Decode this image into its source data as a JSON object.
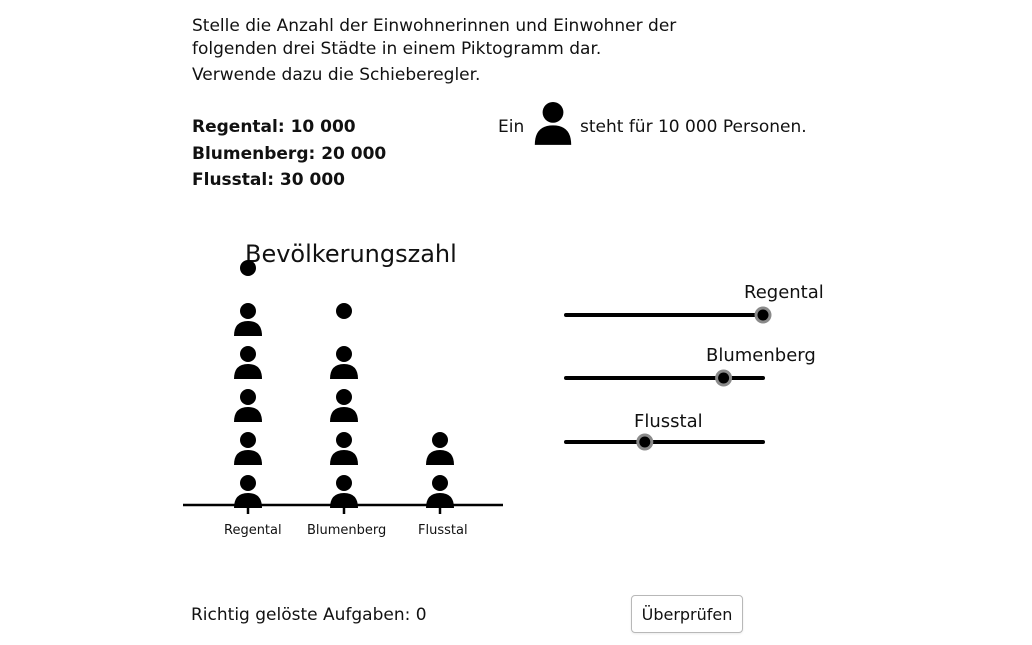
{
  "task": {
    "lines": [
      "Stelle die Anzahl der Einwohnerinnen und Einwohner der",
      "folgenden drei Städte in einem Piktogramm dar.",
      "Verwende dazu die Schieberegler."
    ]
  },
  "cities": [
    {
      "label": "Regental: 10 000"
    },
    {
      "label": "Blumenberg: 20 000"
    },
    {
      "label": "Flusstal: 30 000"
    }
  ],
  "legend": {
    "prefix": "Ein",
    "suffix": "steht für 10 000 Personen.",
    "icon": "person-icon"
  },
  "chart_data": {
    "type": "pictogram",
    "title": "Bevölkerungszahl",
    "categories": [
      "Regental",
      "Blumenberg",
      "Flusstal"
    ],
    "values": [
      5.5,
      4.5,
      2
    ]
  },
  "sliders": [
    {
      "label": "Regental",
      "value": 1.0
    },
    {
      "label": "Blumenberg",
      "value": 0.8
    },
    {
      "label": "Flusstal",
      "value": 0.4
    }
  ],
  "footer": {
    "status_text": "Richtig gelöste Aufgaben: 0",
    "check_button_label": "Überprüfen"
  },
  "colors": {
    "ink": "#000000",
    "slider_knob_ring": "#8a8a8a",
    "button_border": "#b8b8b8"
  }
}
